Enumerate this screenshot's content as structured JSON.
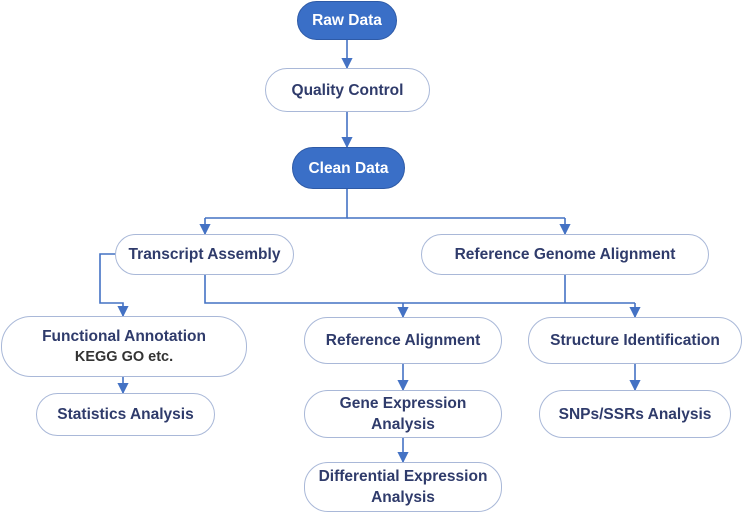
{
  "nodes": {
    "raw_data": "Raw Data",
    "quality_control": "Quality Control",
    "clean_data": "Clean Data",
    "transcript_assembly": "Transcript Assembly",
    "reference_genome_alignment": "Reference Genome Alignment",
    "functional_annotation": "Functional Annotation",
    "functional_annotation_sub": "KEGG GO etc.",
    "statistics_analysis": "Statistics Analysis",
    "reference_alignment": "Reference Alignment",
    "structure_identification": "Structure Identification",
    "gene_expression_line1": "Gene Expression",
    "gene_expression_line2": "Analysis",
    "snps_ssrs_analysis": "SNPs/SSRs Analysis",
    "differential_expression_line1": "Differential Expression",
    "differential_expression_line2": "Analysis"
  },
  "colors": {
    "accent": "#3A6FC7",
    "connector": "#4472C4",
    "node_text": "#2F3B6B",
    "node_border": "#A9B8D8"
  }
}
